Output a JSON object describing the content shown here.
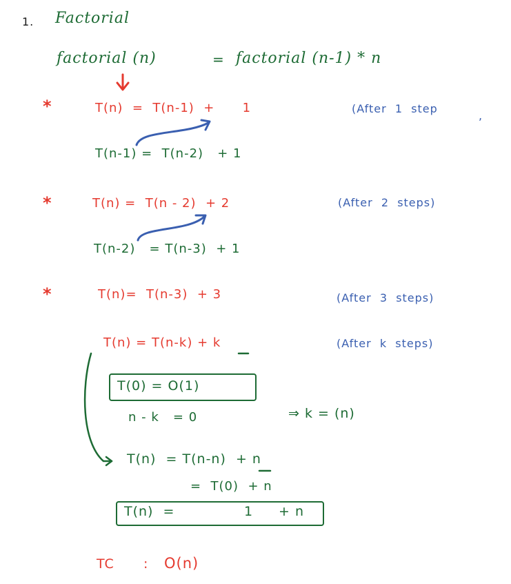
{
  "title": {
    "number": "1.",
    "text": "Factorial"
  },
  "definition": {
    "lhs": "factorial (n)",
    "eq": "=",
    "rhs": "factorial (n-1) * n"
  },
  "steps": [
    {
      "star": "*",
      "expr": "T(n)  =  T(n-1)  +      1",
      "note": "(After  1  step",
      "note_tail": ",",
      "sub": "T(n-1) =  T(n-2)   + 1"
    },
    {
      "star": "*",
      "expr": "T(n) =  T(n - 2)  + 2",
      "note": "(After  2  steps)",
      "sub": "T(n-2)   = T(n-3)  + 1"
    },
    {
      "star": "*",
      "expr": "T(n)=  T(n-3)  + 3",
      "note": "(After  3  steps)"
    }
  ],
  "general": {
    "expr": "T(n) = T(n-k) + k",
    "note": "(After  k  steps)"
  },
  "base": {
    "boxed": "T(0) = O(1)",
    "cond": "n - k   = 0",
    "implies": "⇒ k = (n)"
  },
  "substitution": {
    "line1": "T(n)  = T(n-n)  + n",
    "line2": "=  T(0)  + n",
    "line3_lhs": "T(n)  =",
    "line3_mid": "1",
    "line3_rhs": "+ n"
  },
  "complexity": {
    "label": "TC",
    "sep": ":",
    "value": "O(n)"
  },
  "colors": {
    "red": "#e53a2f",
    "blue": "#3a5fb0",
    "green": "#1d6b34",
    "black": "#1a1a1a"
  }
}
